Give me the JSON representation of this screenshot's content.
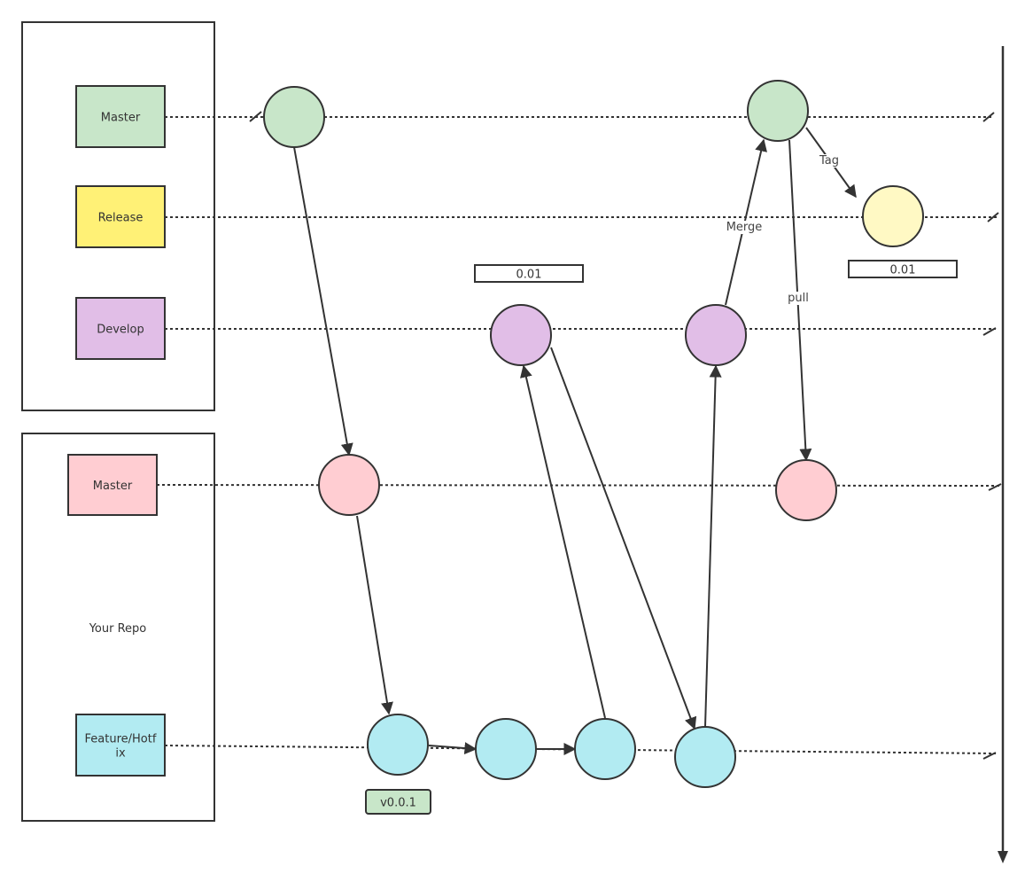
{
  "diagram": {
    "title": "Git branching workflow",
    "colors": {
      "stroke": "#333333",
      "master": "#c8e6c9",
      "release": "#fff176",
      "release_tag_node": "#fff9c4",
      "develop": "#e1bee7",
      "local_master": "#ffcdd2",
      "feature": "#b2ebf2",
      "version_badge": "#c8e6c9"
    },
    "groups": [
      {
        "id": "remote",
        "label": ""
      },
      {
        "id": "local",
        "label": "Your Repo"
      }
    ],
    "lanes": [
      {
        "id": "master",
        "label": "Master",
        "group": "remote",
        "color_key": "master"
      },
      {
        "id": "release",
        "label": "Release",
        "group": "remote",
        "color_key": "release"
      },
      {
        "id": "develop",
        "label": "Develop",
        "group": "remote",
        "color_key": "develop"
      },
      {
        "id": "local_master",
        "label": "Master",
        "group": "local",
        "color_key": "local_master"
      },
      {
        "id": "feature",
        "label": "Feature/Hotfix",
        "label_lines": [
          "Feature/Hotf",
          "ix"
        ],
        "group": "local",
        "color_key": "feature"
      }
    ],
    "nodes": [
      {
        "id": "m1",
        "lane": "master",
        "color_key": "master"
      },
      {
        "id": "m2",
        "lane": "master",
        "color_key": "master"
      },
      {
        "id": "r1",
        "lane": "release",
        "color_key": "release_tag_node"
      },
      {
        "id": "d1",
        "lane": "develop",
        "color_key": "develop"
      },
      {
        "id": "d2",
        "lane": "develop",
        "color_key": "develop"
      },
      {
        "id": "lm1",
        "lane": "local_master",
        "color_key": "local_master"
      },
      {
        "id": "lm2",
        "lane": "local_master",
        "color_key": "local_master"
      },
      {
        "id": "f1",
        "lane": "feature",
        "color_key": "feature"
      },
      {
        "id": "f2",
        "lane": "feature",
        "color_key": "feature"
      },
      {
        "id": "f3",
        "lane": "feature",
        "color_key": "feature"
      },
      {
        "id": "f4",
        "lane": "feature",
        "color_key": "feature"
      }
    ],
    "edges": [
      {
        "from": "m1",
        "to": "lm1",
        "label": ""
      },
      {
        "from": "lm1",
        "to": "f1",
        "label": ""
      },
      {
        "from": "f1",
        "to": "f2",
        "label": ""
      },
      {
        "from": "f2",
        "to": "f3",
        "label": ""
      },
      {
        "from": "f3",
        "to": "d1",
        "label": ""
      },
      {
        "from": "d1",
        "to": "f4",
        "label": ""
      },
      {
        "from": "f4",
        "to": "d2",
        "label": ""
      },
      {
        "from": "d2",
        "to": "m2",
        "label": "Merge"
      },
      {
        "from": "m2",
        "to": "r1",
        "label": "Tag"
      },
      {
        "from": "m2",
        "to": "lm2",
        "label": "pull"
      }
    ],
    "annotations": [
      {
        "id": "develop-version-box",
        "text": "0.01",
        "near": "d1"
      },
      {
        "id": "release-version-box",
        "text": "0.01",
        "near": "r1"
      },
      {
        "id": "feature-version-badge",
        "text": "v0.0.1",
        "near": "f1"
      }
    ],
    "timeline": {
      "direction": "down"
    }
  }
}
